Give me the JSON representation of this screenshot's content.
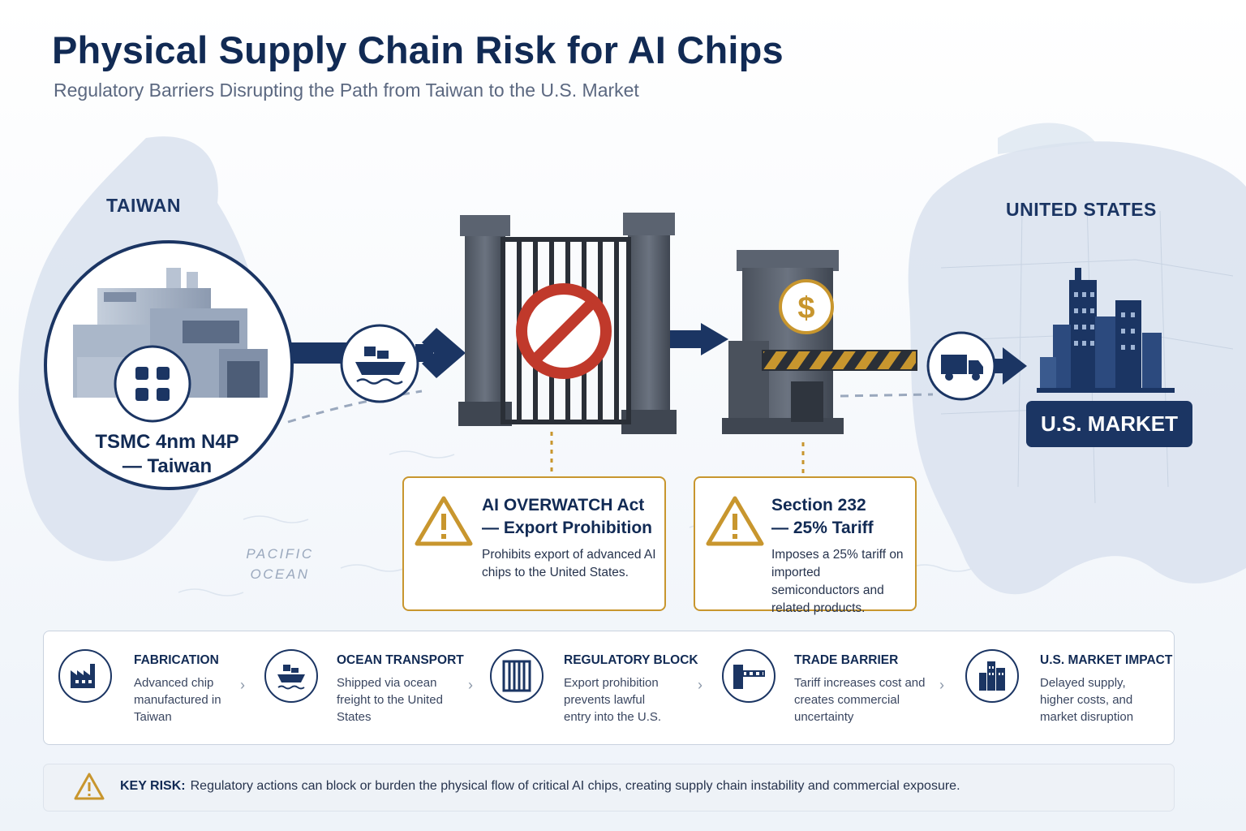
{
  "header": {
    "title": "Physical Supply Chain Risk for AI Chips",
    "subtitle": "Regulatory Barriers Disrupting the Path from Taiwan to the U.S. Market"
  },
  "map": {
    "origin_label": "TAIWAN",
    "destination_label": "UNITED STATES",
    "ocean_label_line1": "PACIFIC",
    "ocean_label_line2": "OCEAN"
  },
  "nodes": {
    "fab": {
      "label_line1": "TSMC 4nm N4P",
      "label_line2": "— Taiwan"
    },
    "market": {
      "label": "U.S. MARKET"
    },
    "tariff_symbol": "$"
  },
  "callouts": [
    {
      "title_line1": "AI OVERWATCH Act",
      "title_line2": "— Export Prohibition",
      "body": "Prohibits export of advanced AI chips to the United States."
    },
    {
      "title_line1": "Section 232",
      "title_line2": "— 25% Tariff",
      "body": "Imposes a 25% tariff on imported semiconductors and related products."
    }
  ],
  "flow_steps": [
    {
      "title": "FABRICATION",
      "body": "Advanced chip manufactured in Taiwan",
      "icon": "factory-icon"
    },
    {
      "title": "OCEAN TRANSPORT",
      "body": "Shipped via ocean freight to the United States",
      "icon": "cargo-ship-icon"
    },
    {
      "title": "REGULATORY BLOCK",
      "body": "Export prohibition prevents lawful entry into the U.S.",
      "icon": "gate-icon"
    },
    {
      "title": "TRADE BARRIER",
      "body": "Tariff increases cost and creates commercial uncertainty",
      "icon": "barrier-icon"
    },
    {
      "title": "U.S. MARKET IMPACT",
      "body": "Delayed supply, higher costs, and market disruption",
      "icon": "skyline-icon"
    }
  ],
  "key_risk": {
    "label": "KEY RISK:",
    "text": "Regulatory actions can block or burden the physical flow of critical AI chips, creating supply chain instability and commercial exposure."
  },
  "colors": {
    "navy": "#1b3563",
    "accent_gold": "#c8962e",
    "stop_red": "#c0392b",
    "map_fill": "#d9e2ee"
  }
}
